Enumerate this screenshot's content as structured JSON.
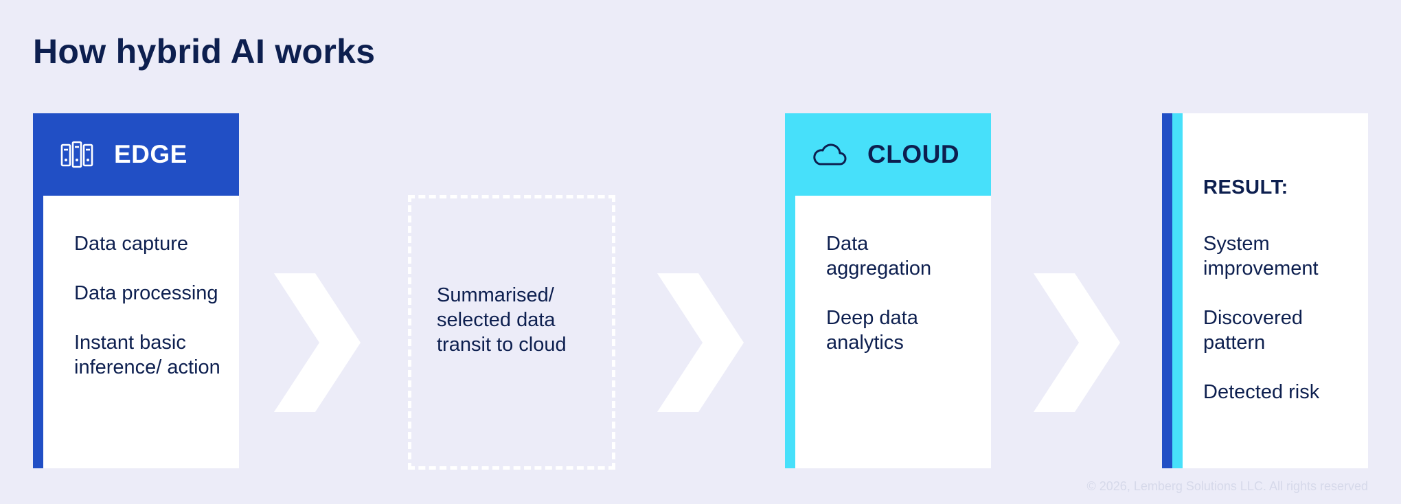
{
  "title": "How hybrid AI works",
  "colors": {
    "background": "#ececf8",
    "navy": "#0d1f4f",
    "edge_blue": "#214fc5",
    "cloud_cyan": "#47e0fa",
    "white": "#ffffff"
  },
  "edge": {
    "icon": "server-icon",
    "label": "EDGE",
    "items": [
      "Data capture",
      "Data processing",
      "Instant basic inference/ action"
    ]
  },
  "transit": {
    "text": "Summarised/ selected data transit to cloud"
  },
  "cloud": {
    "icon": "cloud-icon",
    "label": "CLOUD",
    "items": [
      "Data aggregation",
      "Deep data analytics"
    ]
  },
  "result": {
    "label": "RESULT:",
    "items": [
      "System improvement",
      "Discovered pattern",
      "Detected risk"
    ]
  },
  "footer": "© 2026, Lemberg Solutions LLC. All rights reserved"
}
